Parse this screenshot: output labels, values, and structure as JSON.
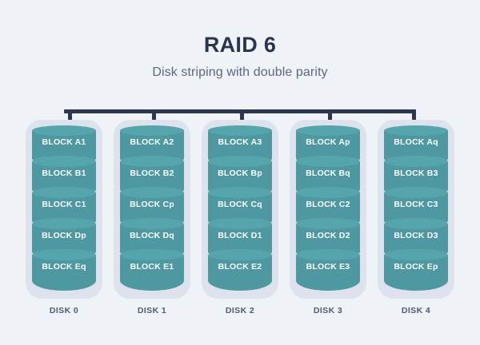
{
  "header": {
    "title": "RAID 6",
    "subtitle": "Disk striping with double parity"
  },
  "colors": {
    "background": "#eff2f7",
    "title_text": "#2b3452",
    "subtitle_text": "#5c6780",
    "bus_line": "#2c3650",
    "disk_casing": "#dde2ed",
    "cylinder_body": "#4d98a1",
    "cylinder_top": "#55a5ad",
    "block_text": "#ffffff",
    "disk_label_text": "#4d5a78"
  },
  "disks": [
    {
      "label": "DISK 0",
      "blocks": [
        {
          "text": "BLOCK A1"
        },
        {
          "text": "BLOCK B1"
        },
        {
          "text": "BLOCK C1"
        },
        {
          "text": "BLOCK Dp"
        },
        {
          "text": "BLOCK Eq"
        }
      ]
    },
    {
      "label": "DISK 1",
      "blocks": [
        {
          "text": "BLOCK A2"
        },
        {
          "text": "BLOCK B2"
        },
        {
          "text": "BLOCK Cp"
        },
        {
          "text": "BLOCK Dq"
        },
        {
          "text": "BLOCK E1"
        }
      ]
    },
    {
      "label": "DISK 2",
      "blocks": [
        {
          "text": "BLOCK A3"
        },
        {
          "text": "BLOCK Bp"
        },
        {
          "text": "BLOCK Cq"
        },
        {
          "text": "BLOCK D1"
        },
        {
          "text": "BLOCK E2"
        }
      ]
    },
    {
      "label": "DISK 3",
      "blocks": [
        {
          "text": "BLOCK Ap"
        },
        {
          "text": "BLOCK Bq"
        },
        {
          "text": "BLOCK C2"
        },
        {
          "text": "BLOCK D2"
        },
        {
          "text": "BLOCK E3"
        }
      ]
    },
    {
      "label": "DISK 4",
      "blocks": [
        {
          "text": "BLOCK Aq"
        },
        {
          "text": "BLOCK B3"
        },
        {
          "text": "BLOCK C3"
        },
        {
          "text": "BLOCK D3"
        },
        {
          "text": "BLOCK Ep"
        }
      ]
    }
  ],
  "layout": {
    "disk_left_positions": [
      32,
      142,
      252,
      362,
      472
    ],
    "bus_drop_positions": [
      85,
      190,
      300,
      410,
      515
    ]
  }
}
